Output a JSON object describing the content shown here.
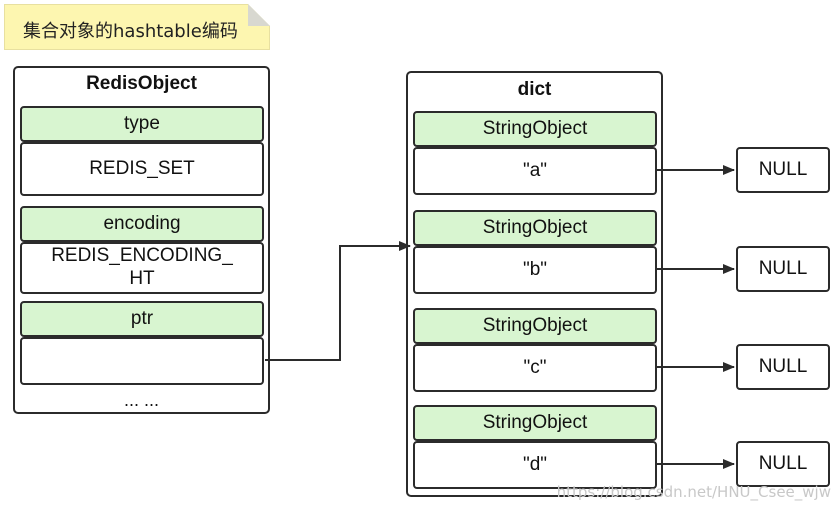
{
  "note": {
    "text": "集合对象的hashtable编码"
  },
  "redis_object": {
    "title": "RedisObject",
    "type_label": "type",
    "type_value": "REDIS_SET",
    "encoding_label": "encoding",
    "encoding_value_line1": "REDIS_ENCODING_",
    "encoding_value_line2": "HT",
    "ptr_label": "ptr",
    "ptr_value": "",
    "more": "... ..."
  },
  "dict": {
    "title": "dict",
    "entries": [
      {
        "type": "StringObject",
        "value": "\"a\"",
        "next": "NULL"
      },
      {
        "type": "StringObject",
        "value": "\"b\"",
        "next": "NULL"
      },
      {
        "type": "StringObject",
        "value": "\"c\"",
        "next": "NULL"
      },
      {
        "type": "StringObject",
        "value": "\"d\"",
        "next": "NULL"
      }
    ]
  },
  "colors": {
    "field_fill": "#d8f5d0",
    "note_fill": "#fdf6b0",
    "border": "#2b2b2b"
  },
  "watermark": "https://blog.csdn.net/HNU_Csee_wjw"
}
